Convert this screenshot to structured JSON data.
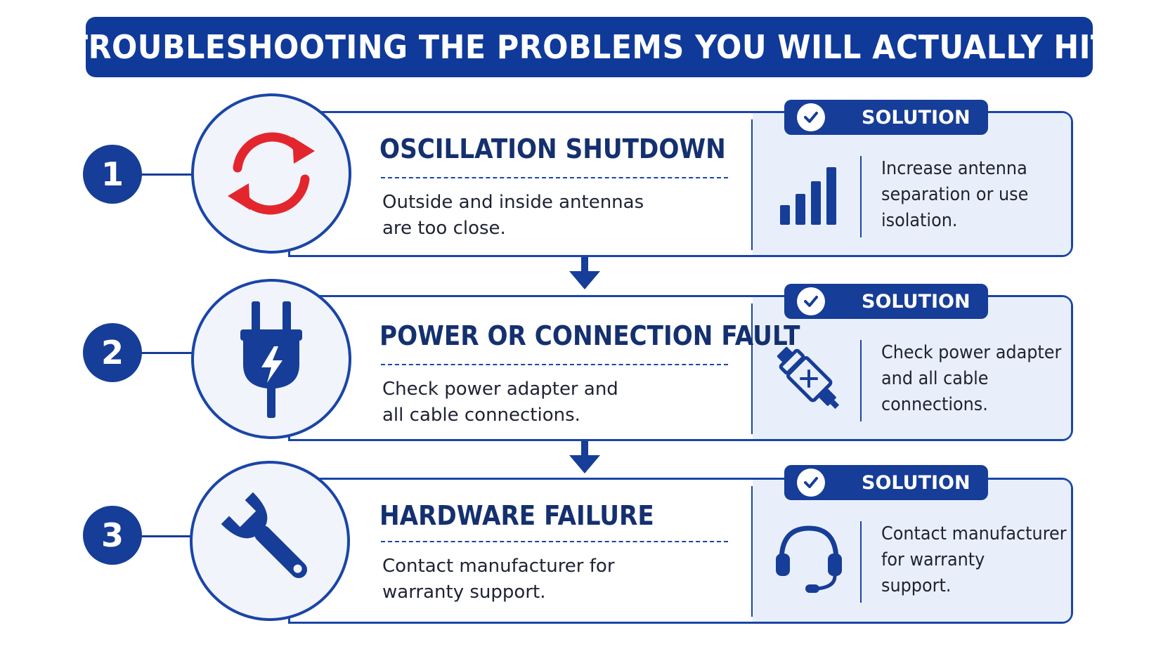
{
  "header": {
    "title": "TROUBLESHOOTING THE PROBLEMS YOU WILL ACTUALLY HIT"
  },
  "colors": {
    "brand": "#163d97",
    "accent_red": "#e3262d",
    "panel": "#e9effa"
  },
  "steps": [
    {
      "number": "1",
      "icon": "refresh-cycle-icon",
      "title": "OSCILLATION SHUTDOWN",
      "description": "Outside and inside antennas\nare too close.",
      "solution_label": "SOLUTION",
      "solution_icon": "signal-bars-icon",
      "solution_text": "Increase antenna\nseparation or use\nisolation."
    },
    {
      "number": "2",
      "icon": "power-plug-icon",
      "title": "POWER OR CONNECTION FAULT",
      "description": "Check power adapter and\nall cable connections.",
      "solution_label": "SOLUTION",
      "solution_icon": "cable-connector-icon",
      "solution_text": "Check power adapter\nand all cable\nconnections."
    },
    {
      "number": "3",
      "icon": "wrench-icon",
      "title": "HARDWARE FAILURE",
      "description": "Contact manufacturer for\nwarranty support.",
      "solution_label": "SOLUTION",
      "solution_icon": "headset-icon",
      "solution_text": "Contact manufacturer\nfor warranty\nsupport."
    }
  ]
}
